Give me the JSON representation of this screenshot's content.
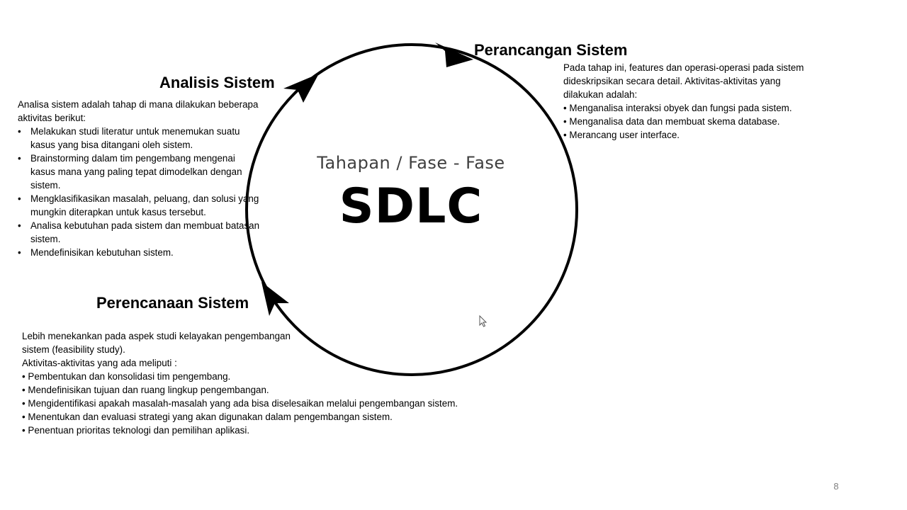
{
  "center": {
    "subtitle": "Tahapan / Fase - Fase",
    "title": "SDLC"
  },
  "phases": {
    "analisis": {
      "heading": "Analisis  Sistem",
      "intro": "Analisa sistem adalah tahap di mana dilakukan beberapa aktivitas berikut:",
      "items": [
        "Melakukan studi literatur untuk menemukan suatu kasus yang bisa ditangani oleh sistem.",
        "Brainstorming dalam tim pengembang mengenai kasus mana yang paling tepat dimodelkan dengan sistem.",
        "Mengklasifikasikan masalah, peluang, dan solusi yang mungkin diterapkan untuk kasus tersebut.",
        "Analisa kebutuhan pada sistem dan membuat batasan sistem.",
        "Mendefinisikan kebutuhan sistem."
      ]
    },
    "perancangan": {
      "heading": "Perancangan Sistem",
      "intro": "Pada tahap ini, features dan operasi-operasi pada sistem dideskripsikan secara detail. Aktivitas-aktivitas  yang dilakukan adalah:",
      "items": [
        "Menganalisa interaksi obyek dan fungsi pada sistem.",
        "Menganalisa data dan membuat skema database.",
        "Merancang user interface."
      ]
    },
    "perencanaan": {
      "heading": "Perencanaan Sistem",
      "intro": "Lebih menekankan pada aspek studi kelayakan pengembangan sistem (feasibility study).",
      "intro2": "Aktivitas-aktivitas  yang ada meliputi :",
      "items": [
        "Pembentukan dan konsolidasi tim pengembang.",
        "Mendefinisikan tujuan dan ruang lingkup pengembangan.",
        "Mengidentifikasi apakah masalah-masalah yang ada bisa diselesaikan melalui pengembangan sistem.",
        "Menentukan dan evaluasi strategi yang akan digunakan dalam pengembangan sistem.",
        "Penentuan prioritas teknologi dan pemilihan aplikasi."
      ]
    }
  },
  "page_number": "8",
  "colors": {
    "text": "#000000",
    "subtitle": "#404040",
    "page_number": "#7f7f7f",
    "background": "#ffffff"
  },
  "icons": [
    "cycle-arrow-icon",
    "mouse-cursor-icon"
  ]
}
